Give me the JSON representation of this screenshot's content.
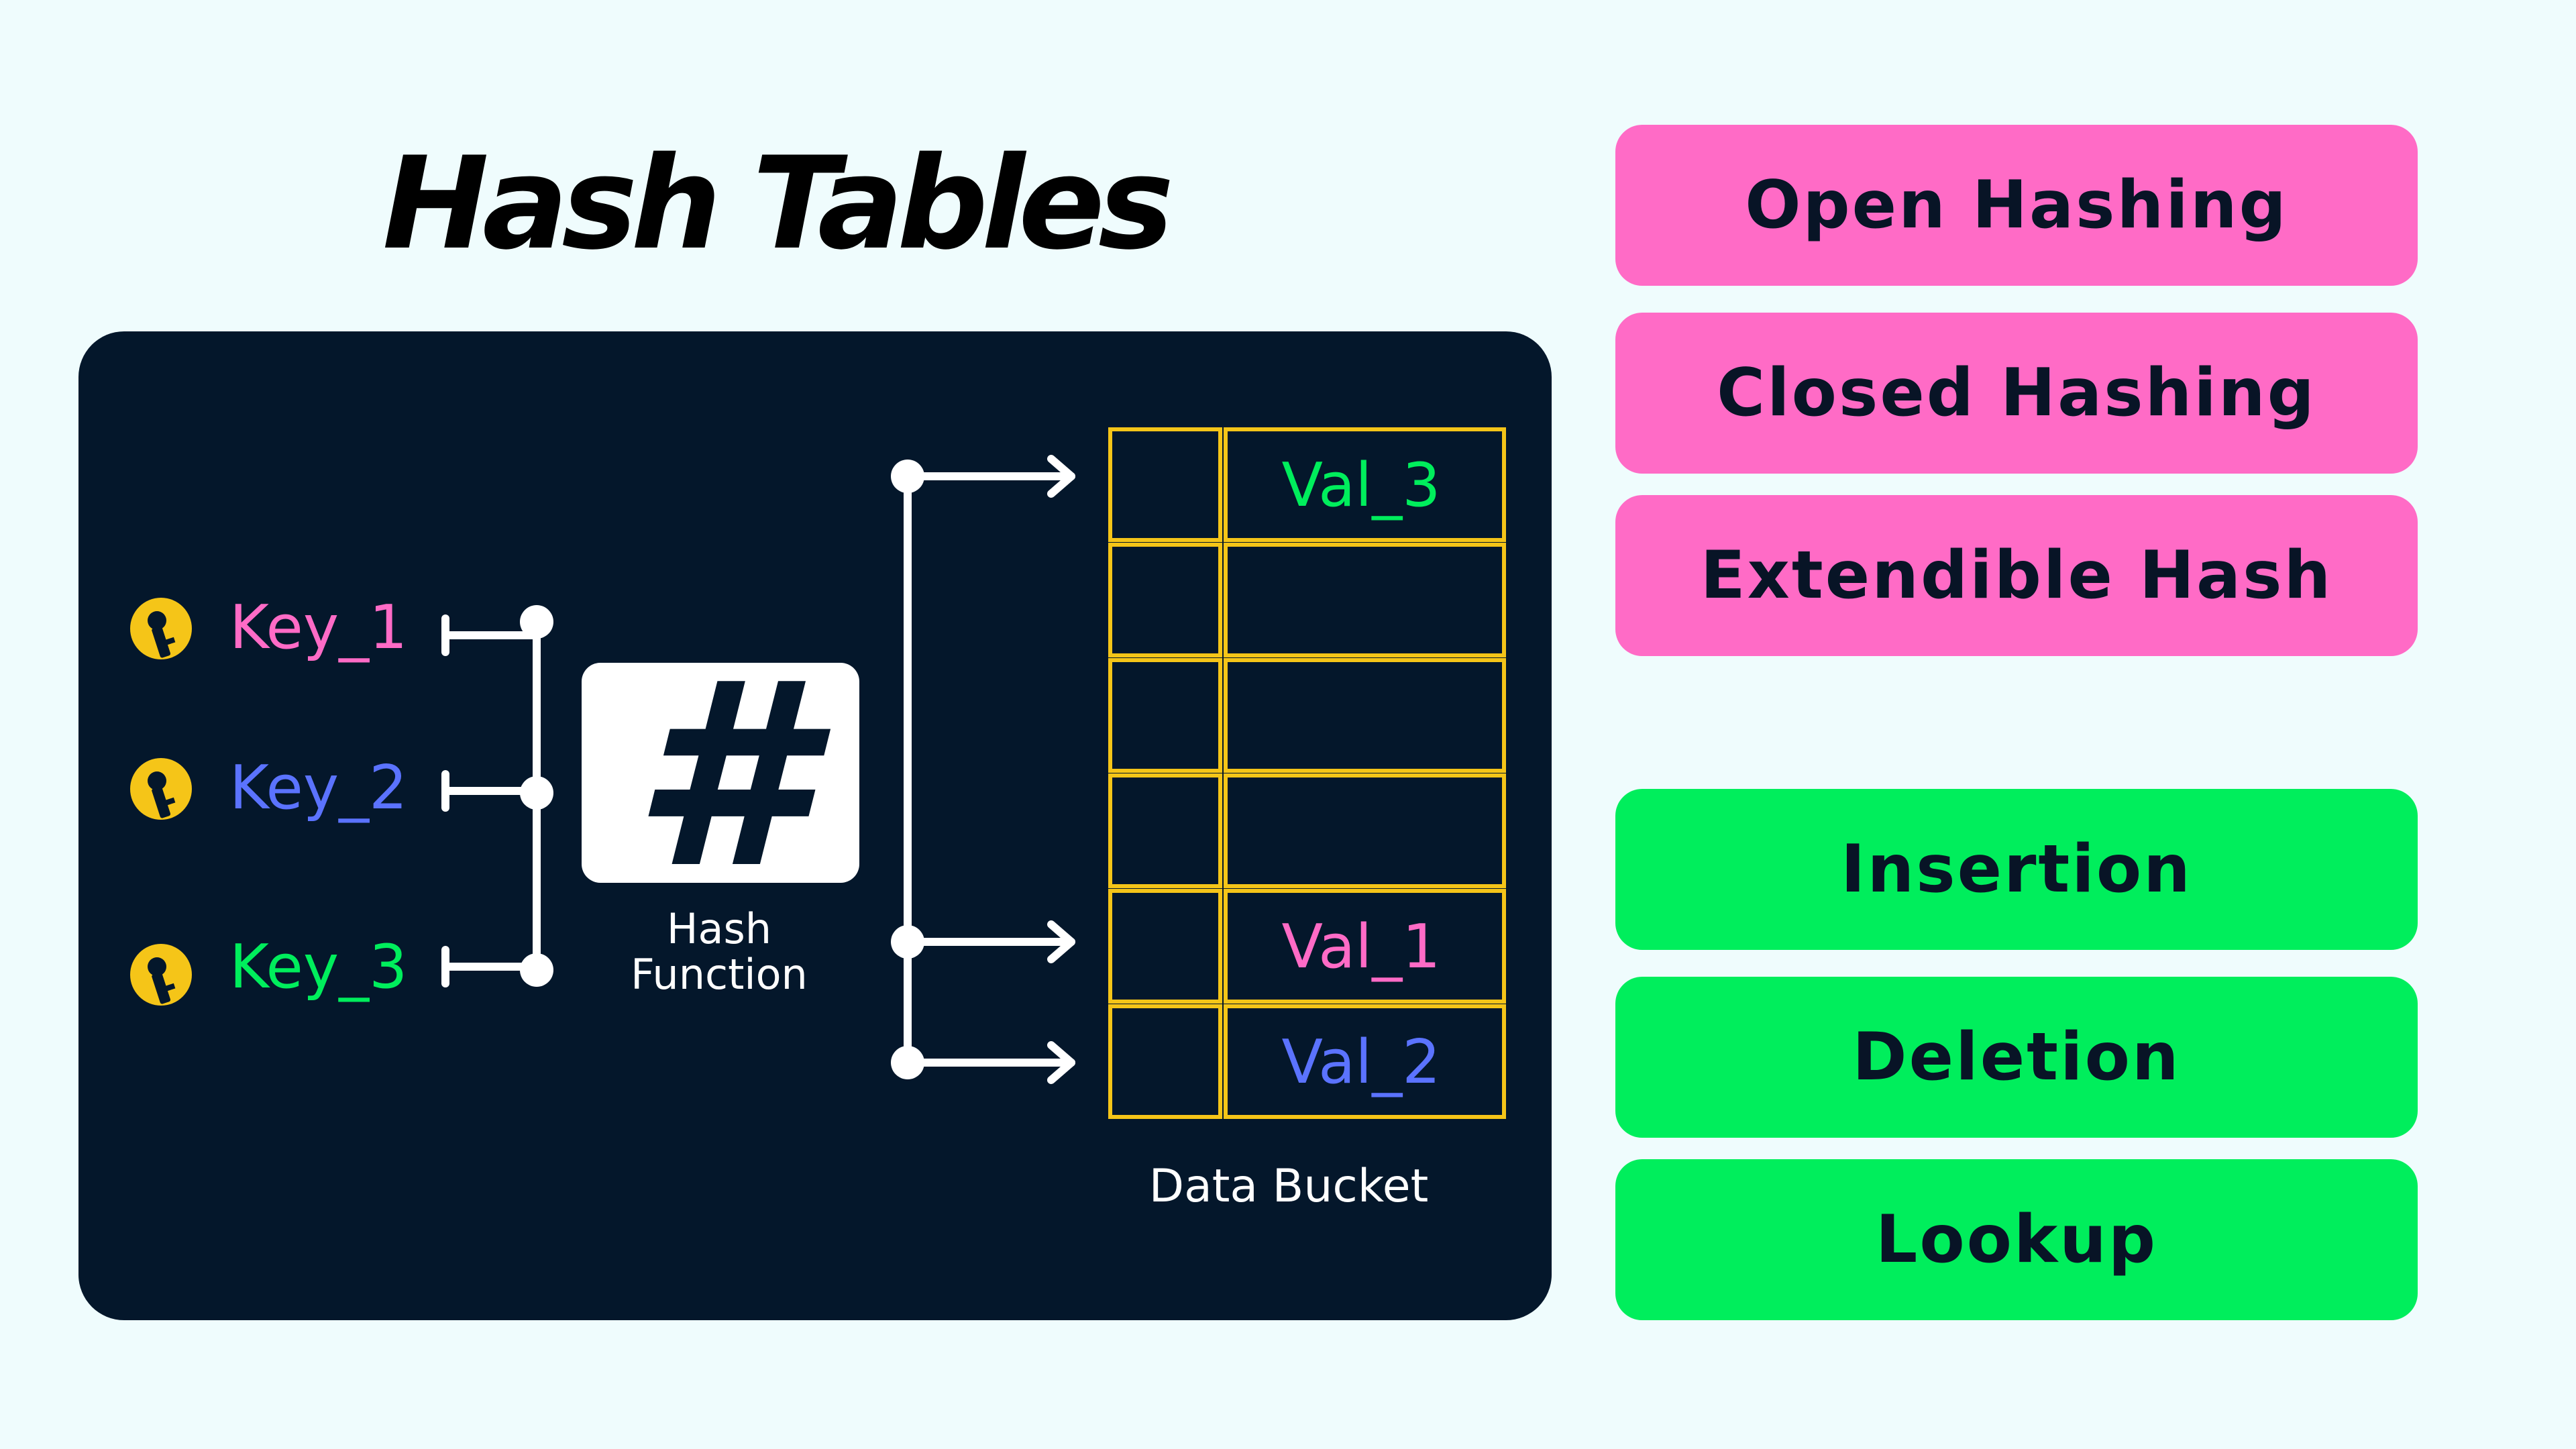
{
  "title": "Hash Tables",
  "colors": {
    "background": "#effcfd",
    "panel": "#04172b",
    "pink": "#ff6bc6",
    "green": "#00ee5c",
    "blue": "#5b73ff",
    "yellow": "#f5c518",
    "white": "#ffffff"
  },
  "diagram": {
    "keys": [
      {
        "label": "Key_1",
        "color": "#ff6bc6",
        "icon": "key-icon"
      },
      {
        "label": "Key_2",
        "color": "#5b73ff",
        "icon": "key-icon"
      },
      {
        "label": "Key_3",
        "color": "#00ee5c",
        "icon": "key-icon"
      }
    ],
    "hash_symbol": "#",
    "hash_label_line1": "Hash",
    "hash_label_line2": "Function",
    "bucket_label": "Data Bucket",
    "buckets": [
      {
        "value": "Val_3",
        "color": "#00ee5c"
      },
      {
        "value": "",
        "color": ""
      },
      {
        "value": "",
        "color": ""
      },
      {
        "value": "",
        "color": ""
      },
      {
        "value": "Val_1",
        "color": "#ff6bc6"
      },
      {
        "value": "Val_2",
        "color": "#5b73ff"
      }
    ]
  },
  "hashing_methods": [
    "Open Hashing",
    "Closed Hashing",
    "Extendible Hash"
  ],
  "operations": [
    "Insertion",
    "Deletion",
    "Lookup"
  ]
}
